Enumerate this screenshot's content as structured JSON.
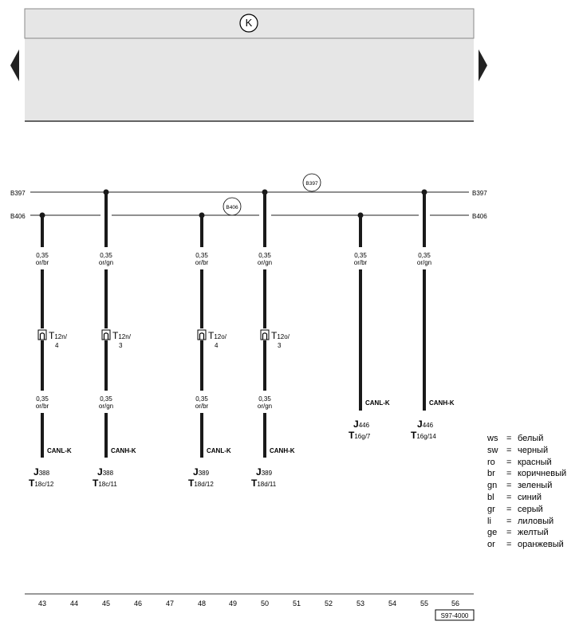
{
  "header": {
    "symbol": "K"
  },
  "buses": [
    {
      "id": "B397",
      "left_label": "B397",
      "right_label": "B397",
      "badge": "B397"
    },
    {
      "id": "B406",
      "left_label": "B406",
      "right_label": "B406",
      "badge": "B406"
    }
  ],
  "wires": [
    {
      "bus": "B406",
      "track": "43",
      "upper_gauge": "0,35",
      "upper_color": "or/br",
      "connector_main": "T",
      "connector_sub": "12n/",
      "connector_pin": "4",
      "lower_gauge": "0,35",
      "lower_color": "or/br",
      "signal": "CANL-K",
      "component_main": "J",
      "component_sub": "388",
      "terminal_main": "T",
      "terminal_sub": "18c/12"
    },
    {
      "bus": "B397",
      "track": "45",
      "upper_gauge": "0,35",
      "upper_color": "or/gn",
      "connector_main": "T",
      "connector_sub": "12n/",
      "connector_pin": "3",
      "lower_gauge": "0,35",
      "lower_color": "or/gn",
      "signal": "CANH-K",
      "component_main": "J",
      "component_sub": "388",
      "terminal_main": "T",
      "terminal_sub": "18c/11"
    },
    {
      "bus": "B406",
      "track": "48",
      "upper_gauge": "0,35",
      "upper_color": "or/br",
      "connector_main": "T",
      "connector_sub": "12o/",
      "connector_pin": "4",
      "lower_gauge": "0,35",
      "lower_color": "or/br",
      "signal": "CANL-K",
      "component_main": "J",
      "component_sub": "389",
      "terminal_main": "T",
      "terminal_sub": "18d/12"
    },
    {
      "bus": "B397",
      "track": "50",
      "upper_gauge": "0,35",
      "upper_color": "or/gn",
      "connector_main": "T",
      "connector_sub": "12o/",
      "connector_pin": "3",
      "lower_gauge": "0,35",
      "lower_color": "or/gn",
      "signal": "CANH-K",
      "component_main": "J",
      "component_sub": "389",
      "terminal_main": "T",
      "terminal_sub": "18d/11"
    },
    {
      "bus": "B406",
      "track": "53",
      "upper_gauge": "0,35",
      "upper_color": "or/br",
      "signal": "CANL-K",
      "component_main": "J",
      "component_sub": "446",
      "terminal_main": "T",
      "terminal_sub": "16g/7"
    },
    {
      "bus": "B397",
      "track": "55",
      "upper_gauge": "0,35",
      "upper_color": "or/gn",
      "signal": "CANH-K",
      "component_main": "J",
      "component_sub": "446",
      "terminal_main": "T",
      "terminal_sub": "16g/14"
    }
  ],
  "legend": [
    {
      "code": "ws",
      "eq": "=",
      "name": "белый"
    },
    {
      "code": "sw",
      "eq": "=",
      "name": "черный"
    },
    {
      "code": "ro",
      "eq": "=",
      "name": "красный"
    },
    {
      "code": "br",
      "eq": "=",
      "name": "коричневый"
    },
    {
      "code": "gn",
      "eq": "=",
      "name": "зеленый"
    },
    {
      "code": "bl",
      "eq": "=",
      "name": "синий"
    },
    {
      "code": "gr",
      "eq": "=",
      "name": "серый"
    },
    {
      "code": "li",
      "eq": "=",
      "name": "лиловый"
    },
    {
      "code": "ge",
      "eq": "=",
      "name": "желтый"
    },
    {
      "code": "or",
      "eq": "=",
      "name": "оранжевый"
    }
  ],
  "tracks": [
    "43",
    "44",
    "45",
    "46",
    "47",
    "48",
    "49",
    "50",
    "51",
    "52",
    "53",
    "54",
    "55",
    "56"
  ],
  "diagram_code": "S97-4000",
  "colors": {
    "header_bg": "#e6e6e6",
    "wire": "#1a1a1a"
  }
}
